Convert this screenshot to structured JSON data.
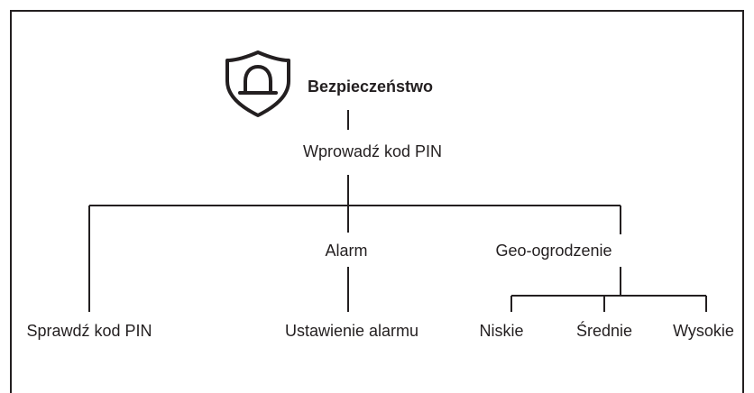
{
  "diagram": {
    "root": {
      "icon": "shield-alarm-icon",
      "label": "Bezpieczeństwo"
    },
    "level1": {
      "label": "Wprowadź kod PIN"
    },
    "level2": [
      {
        "label": "Sprawdź kod PIN"
      },
      {
        "label": "Alarm"
      },
      {
        "label": "Geo-ogrodzenie"
      }
    ],
    "alarm_child": {
      "label": "Ustawienie alarmu"
    },
    "geofence_children": [
      {
        "label": "Niskie"
      },
      {
        "label": "Średnie"
      },
      {
        "label": "Wysokie"
      }
    ]
  },
  "colors": {
    "line": "#231f20",
    "text": "#231f20",
    "background": "#ffffff"
  }
}
